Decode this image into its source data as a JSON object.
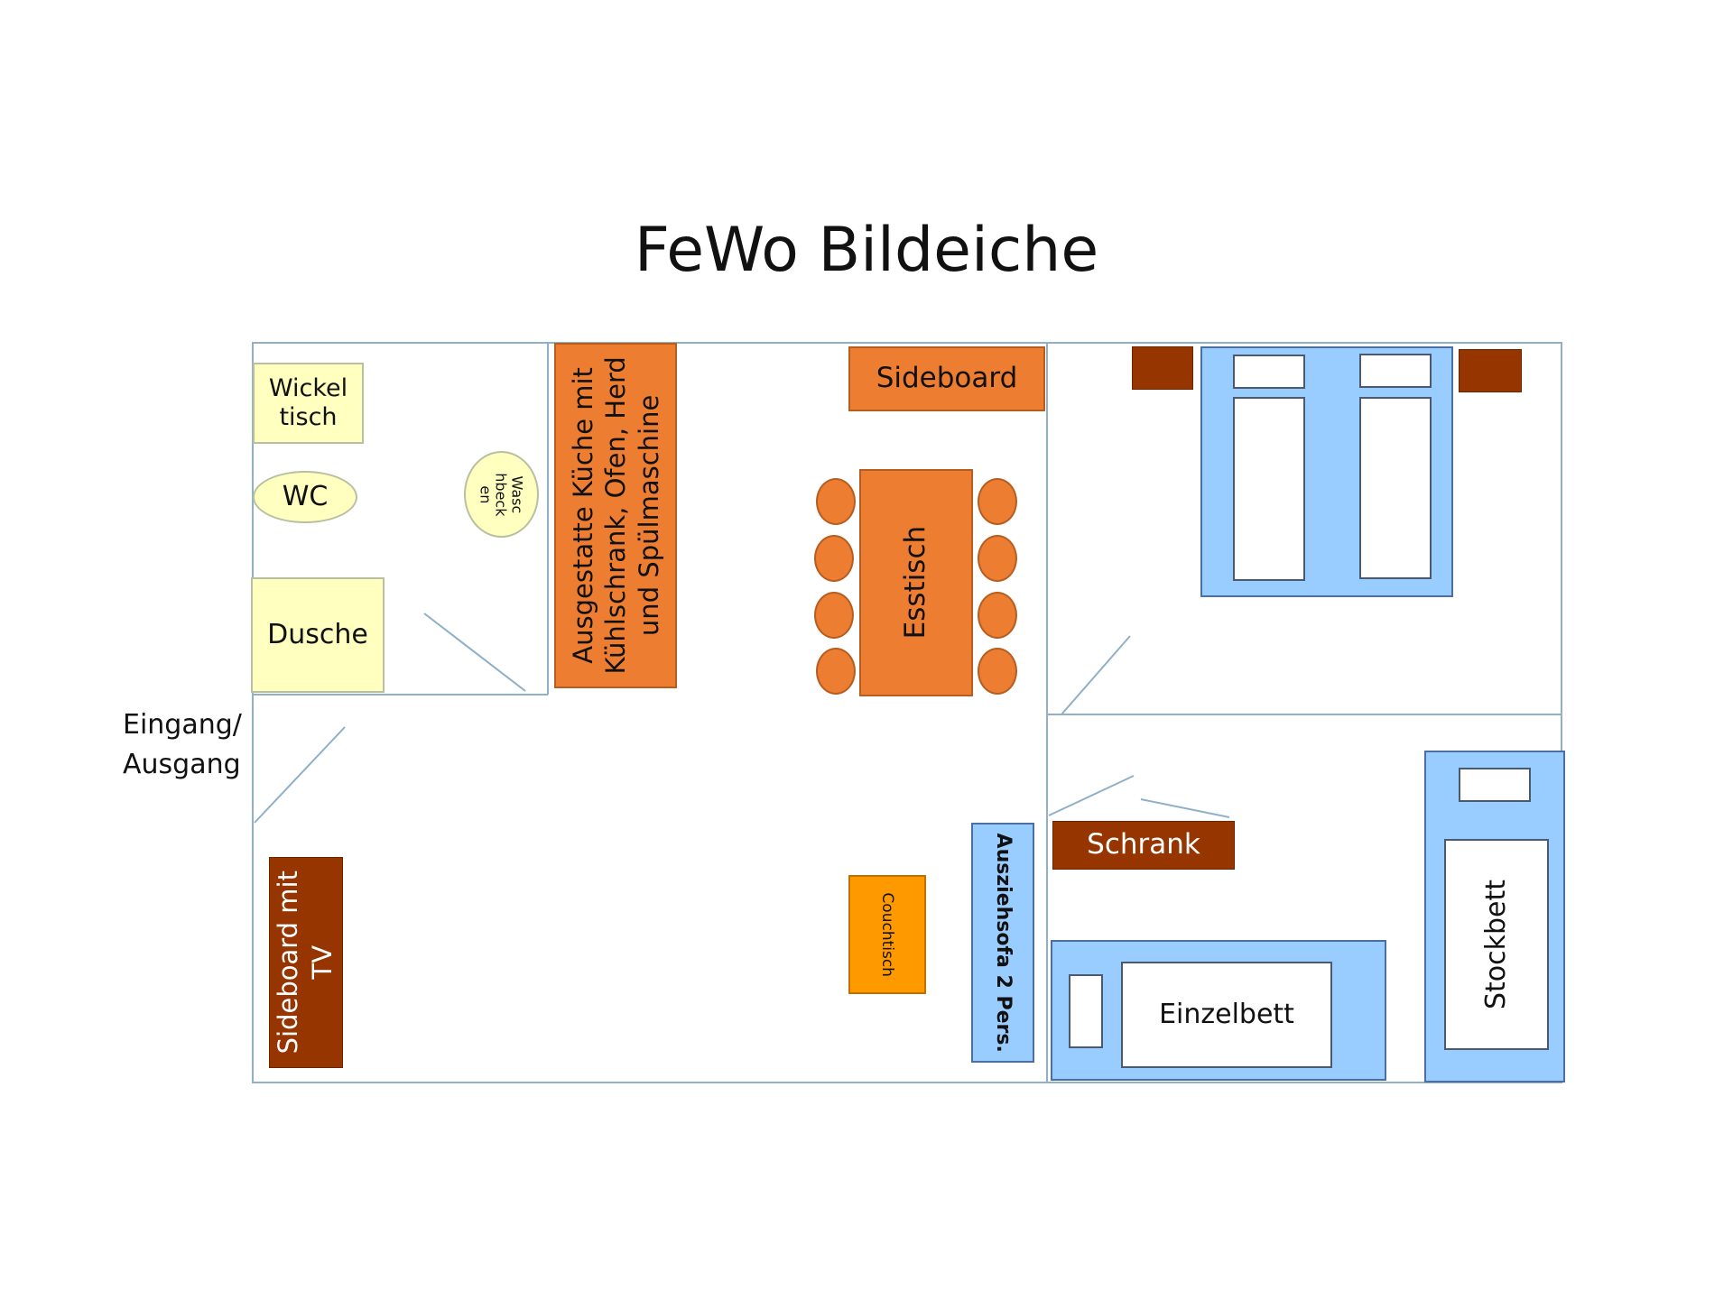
{
  "title": "FeWo Bildeiche",
  "rooms": {
    "bathroom": {
      "wickeltisch_line1": "Wickel",
      "wickeltisch_line2": "tisch",
      "wc": "WC",
      "waschbecken_line1": "Wasc",
      "waschbecken_line2": "hbeck",
      "waschbecken_line3": "en",
      "dusche": "Dusche"
    },
    "kitchen_living": {
      "kueche_line1": "Ausgestatte Küche mit",
      "kueche_line2": "Kühlschrank, Ofen, Herd",
      "kueche_line3": "und Spülmaschine",
      "sideboard": "Sideboard",
      "esstisch": "Esstisch",
      "entrance_line1": "Eingang/",
      "entrance_line2": "Ausgang",
      "sideboard_tv_line1": "Sideboard mit",
      "sideboard_tv_line2": "TV",
      "couchtisch": "Couchtisch",
      "sofa": "Ausziehsofa 2 Pers."
    },
    "bedroom2": {
      "schrank": "Schrank",
      "einzelbett": "Einzelbett",
      "stockbett": "Stockbett"
    }
  },
  "colors": {
    "wall": "#8fb0c8",
    "yellow": "#ffffc0",
    "orange": "#ed7d31",
    "brown": "#973500",
    "bed_blue": "#99ccff",
    "couchtisch": "#ff9900"
  }
}
